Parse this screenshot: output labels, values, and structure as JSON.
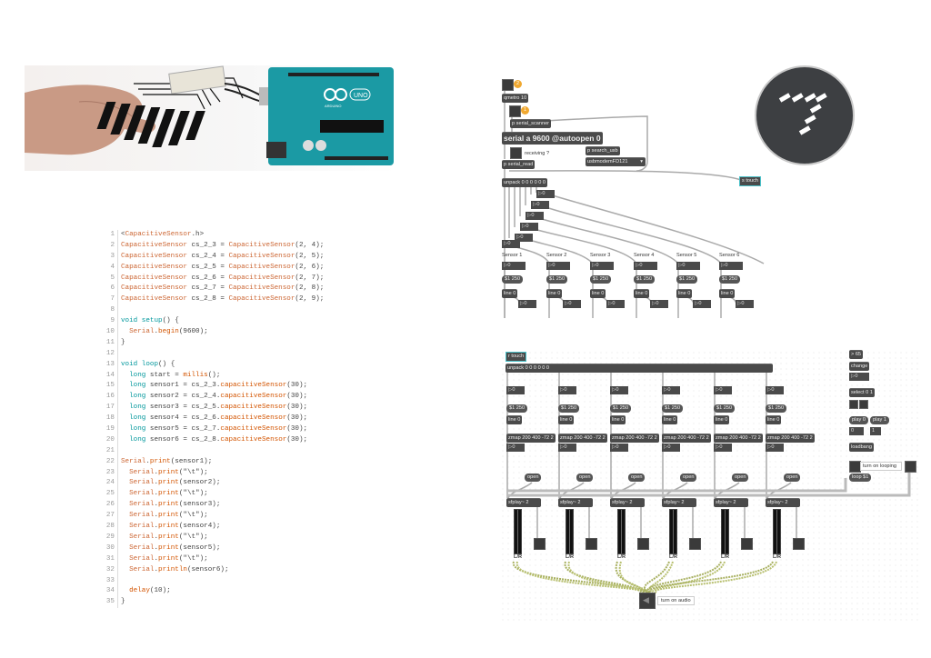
{
  "hero": {
    "description": "Hand touching printed capacitive keyboard connected to Arduino Uno",
    "board_label": "UNO",
    "board_brand": "ARDUINO"
  },
  "code": {
    "lines": [
      {
        "n": "1",
        "t": "<CapacitiveSensor.h>"
      },
      {
        "n": "2",
        "t": "CapacitiveSensor cs_2_3 = CapacitiveSensor(2, 4);"
      },
      {
        "n": "3",
        "t": "CapacitiveSensor cs_2_4 = CapacitiveSensor(2, 5);"
      },
      {
        "n": "4",
        "t": "CapacitiveSensor cs_2_5 = CapacitiveSensor(2, 6);"
      },
      {
        "n": "5",
        "t": "CapacitiveSensor cs_2_6 = CapacitiveSensor(2, 7);"
      },
      {
        "n": "6",
        "t": "CapacitiveSensor cs_2_7 = CapacitiveSensor(2, 8);"
      },
      {
        "n": "7",
        "t": "CapacitiveSensor cs_2_8 = CapacitiveSensor(2, 9);"
      },
      {
        "n": "8",
        "t": ""
      },
      {
        "n": "9",
        "t": "void setup() {"
      },
      {
        "n": "10",
        "t": "  Serial.begin(9600);"
      },
      {
        "n": "11",
        "t": "}"
      },
      {
        "n": "12",
        "t": ""
      },
      {
        "n": "13",
        "t": "void loop() {"
      },
      {
        "n": "14",
        "t": "  long start = millis();"
      },
      {
        "n": "15",
        "t": "  long sensor1 = cs_2_3.capacitiveSensor(30);"
      },
      {
        "n": "16",
        "t": "  long sensor2 = cs_2_4.capacitiveSensor(30);"
      },
      {
        "n": "17",
        "t": "  long sensor3 = cs_2_5.capacitiveSensor(30);"
      },
      {
        "n": "18",
        "t": "  long sensor4 = cs_2_6.capacitiveSensor(30);"
      },
      {
        "n": "19",
        "t": "  long sensor5 = cs_2_7.capacitiveSensor(30);"
      },
      {
        "n": "20",
        "t": "  long sensor6 = cs_2_8.capacitiveSensor(30);"
      },
      {
        "n": "21",
        "t": ""
      },
      {
        "n": "22",
        "t": "Serial.print(sensor1);"
      },
      {
        "n": "23",
        "t": "  Serial.print(\"\\t\");"
      },
      {
        "n": "24",
        "t": "  Serial.print(sensor2);"
      },
      {
        "n": "25",
        "t": "  Serial.print(\"\\t\");"
      },
      {
        "n": "26",
        "t": "  Serial.print(sensor3);"
      },
      {
        "n": "27",
        "t": "  Serial.print(\"\\t\");"
      },
      {
        "n": "28",
        "t": "  Serial.print(sensor4);"
      },
      {
        "n": "29",
        "t": "  Serial.print(\"\\t\");"
      },
      {
        "n": "30",
        "t": "  Serial.print(sensor5);"
      },
      {
        "n": "31",
        "t": "  Serial.print(\"\\t\");"
      },
      {
        "n": "32",
        "t": "  Serial.println(sensor6);"
      },
      {
        "n": "33",
        "t": ""
      },
      {
        "n": "34",
        "t": "  delay(10);"
      },
      {
        "n": "35",
        "t": "}"
      }
    ]
  },
  "patch_top": {
    "badge2": "2",
    "badge1": "1",
    "qmetro": "qmetro 10",
    "serial_scanner": "p serial_scanner",
    "serial": "serial a 9600 @autoopen 0",
    "receiving": "receiving ?",
    "serial_read": "p serial_read",
    "search_usb": "p search_usb",
    "port_menu": "usbmodemFD121",
    "unpack": "unpack 0 0 0 0 0 0",
    "send_touch": "s touch",
    "number_value": "0",
    "sensors": [
      "Sensor 1",
      "Sensor 2",
      "Sensor 3",
      "Sensor 4",
      "Sensor 5",
      "Sensor 6"
    ],
    "msg_ramp": "$1 250",
    "line": "line 0"
  },
  "patch_bottom": {
    "receive_touch": "r touch",
    "unpack": "unpack 0 0 0 0 0 0",
    "number_value": "0",
    "msg_ramp": "$1 250",
    "line": "line 0",
    "zmap": "zmap 200 400 -72 2",
    "open": "open",
    "sfplay": "sfplay~ 2",
    "threshold": "> 65",
    "change": "change",
    "select": "select 0 1",
    "play0": "play 0",
    "play1": "play 1",
    "msg0": "0",
    "msg1": "1",
    "loadbang": "loadbang",
    "looping": "turn on looping",
    "loop": "loop $1",
    "audio": "turn on audio",
    "meter_label": "L/R"
  }
}
